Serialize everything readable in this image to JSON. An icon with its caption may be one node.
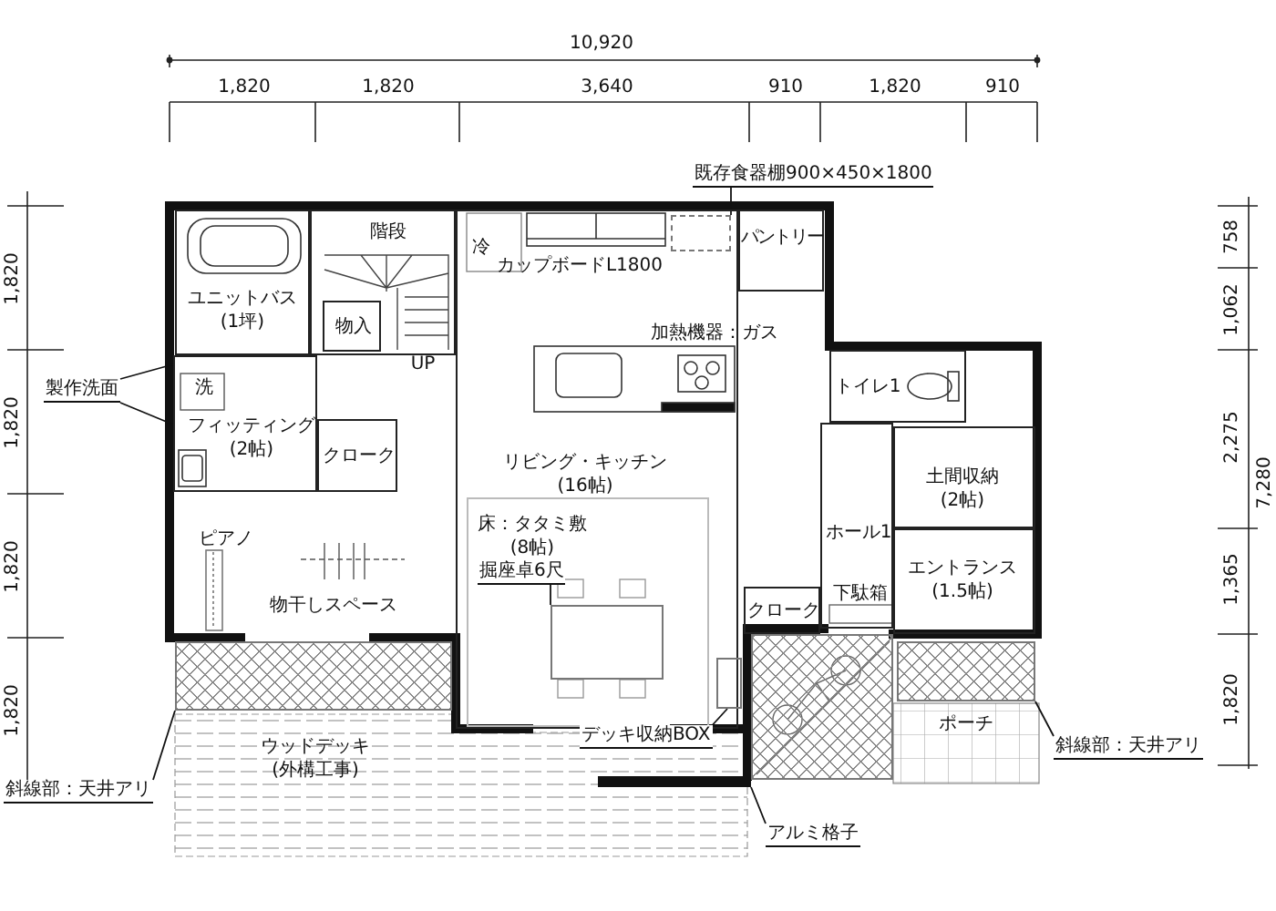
{
  "diagram": {
    "nodes": [
      {
        "text": [
          "ユニットバス",
          "(1坪)"
        ]
      },
      {
        "text": [
          "階段"
        ]
      },
      {
        "text": [
          "物入"
        ],
        "in": 1
      },
      {
        "text": [
          "フィッティング",
          "(2帖)"
        ]
      },
      {
        "text": [
          "クローク"
        ]
      },
      {
        "text": [
          "リビング・キッチン",
          "(16帖)"
        ]
      },
      {
        "text": [
          "床：タタミ敷",
          "(8帖)"
        ],
        "in": 5
      },
      {
        "text": [
          "パントリー"
        ]
      },
      {
        "text": [
          "トイレ1"
        ]
      },
      {
        "text": [
          "土間収納",
          "(2帖)"
        ]
      },
      {
        "text": [
          "ホール1"
        ]
      },
      {
        "text": [
          "エントランス",
          "(1.5帖)"
        ]
      },
      {
        "text": [
          "クローク"
        ]
      },
      {
        "text": [
          "物干しスペース"
        ]
      },
      {
        "text": [
          "ウッドデッキ",
          "(外構工事)"
        ]
      },
      {
        "text": [
          "ポーチ"
        ]
      },
      {
        "text": [
          "既存食器棚900×450×1800"
        ]
      },
      {
        "text": [
          "製作洗面"
        ]
      },
      {
        "text": [
          "掘座卓6尺"
        ],
        "in": 6
      },
      {
        "text": [
          "デッキ収納BOX"
        ]
      },
      {
        "text": [
          "アルミ格子"
        ]
      },
      {
        "text": [
          "斜線部：天井アリ"
        ]
      },
      {
        "text": [
          "斜線部：天井アリ"
        ]
      },
      {
        "text": [],
        "shape": "box",
        "in": 5
      },
      {
        "text": [],
        "shape": "box",
        "in": 6
      },
      {
        "text": [],
        "shape": "box",
        "in": 5
      },
      {
        "text": [],
        "shape": "bar"
      },
      {
        "text": [],
        "shape": "box"
      },
      {
        "text": [],
        "shape": "box"
      },
      {
        "text": [],
        "shape": "box"
      }
    ],
    "edges": [
      {
        "from": 16,
        "to": 23,
        "arrow": "none"
      },
      {
        "from": 17,
        "to": 3,
        "arrow": "none"
      },
      {
        "from": 17,
        "to": 3,
        "arrow": "none"
      },
      {
        "from": 18,
        "to": 24,
        "arrow": "none"
      },
      {
        "from": 19,
        "to": 25,
        "arrow": "none"
      },
      {
        "from": 20,
        "to": 26,
        "arrow": "none"
      },
      {
        "from": 21,
        "to": 27,
        "arrow": "none"
      },
      {
        "from": 22,
        "to": 29,
        "arrow": "none"
      }
    ],
    "labels": [
      "10,920",
      "1,820",
      "1,820",
      "3,640",
      "910",
      "1,820",
      "910",
      "1,820",
      "1,820",
      "1,820",
      "1,820",
      "758",
      "1,062",
      "2,275",
      "7,280",
      "1,365",
      "1,820",
      "冷",
      "カップボードL1800",
      "加熱機器：ガス",
      "洗",
      "UP",
      "ピアノ",
      "下駄箱"
    ]
  }
}
